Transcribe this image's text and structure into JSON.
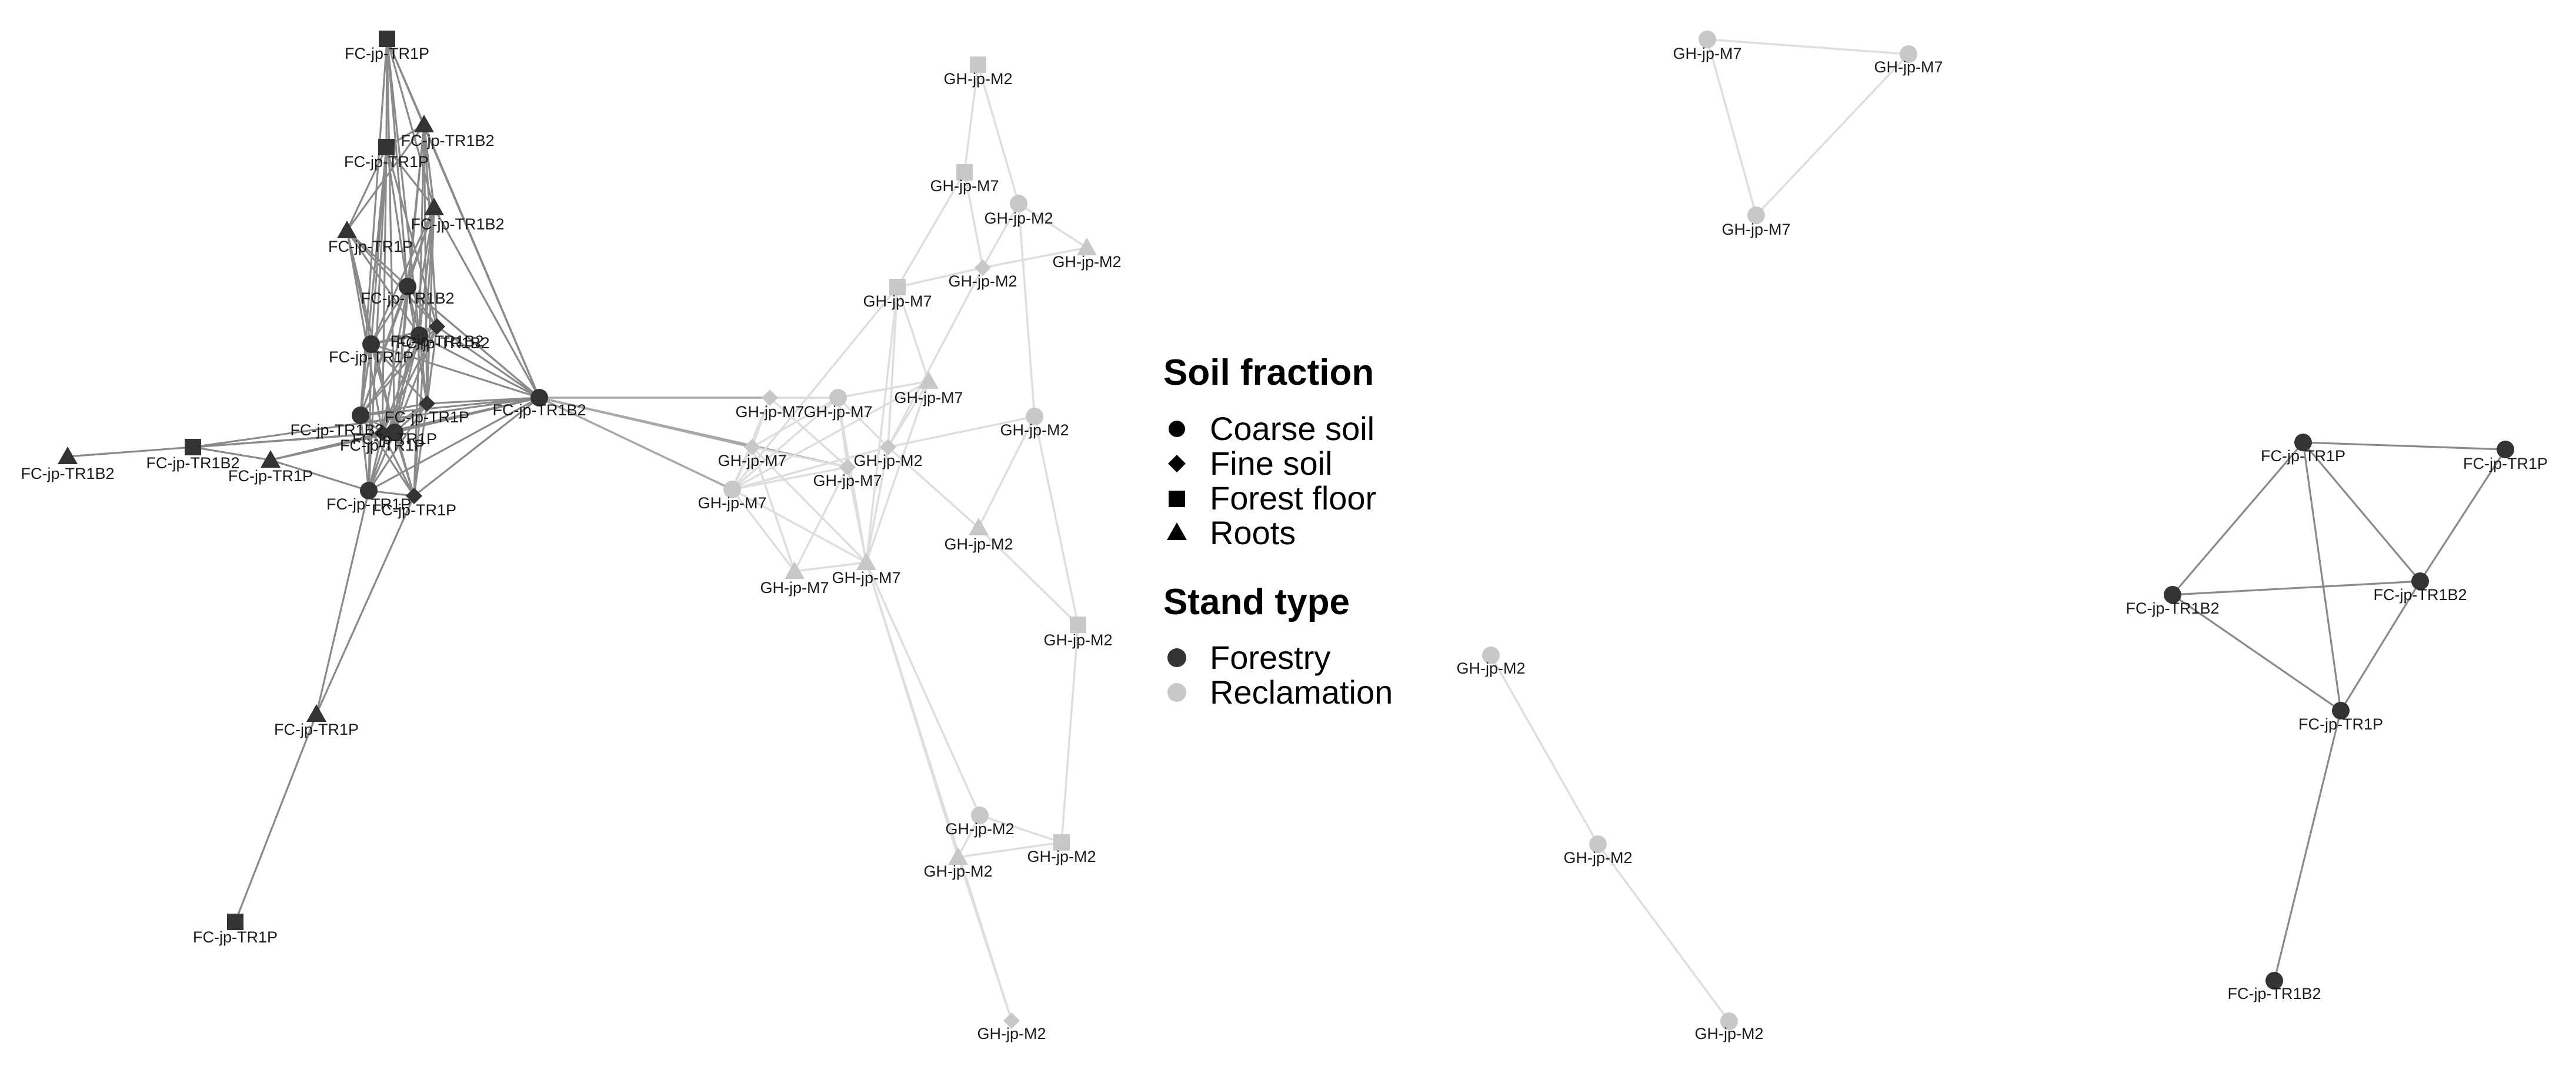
{
  "legend": {
    "soil_fraction": {
      "title": "Soil fraction",
      "items": [
        {
          "label": "Coarse soil",
          "shape": "circle"
        },
        {
          "label": "Fine soil",
          "shape": "diamond"
        },
        {
          "label": "Forest floor",
          "shape": "square"
        },
        {
          "label": "Roots",
          "shape": "triangle"
        }
      ]
    },
    "stand_type": {
      "title": "Stand type",
      "items": [
        {
          "label": "Forestry",
          "color": "#333333"
        },
        {
          "label": "Reclamation",
          "color": "#c8c8c8"
        }
      ]
    }
  },
  "colors": {
    "forestry": "#333333",
    "reclamation": "#c8c8c8",
    "forestry_edge": "#8a8a8a",
    "reclamation_edge": "#dedede",
    "cross_edge": "#a8a8a8"
  },
  "nodes": [
    {
      "id": "f1",
      "stand": "forestry",
      "shape": "square",
      "label": "FC-jp-TR1P"
    },
    {
      "id": "f2",
      "stand": "forestry",
      "shape": "triangle",
      "label": "FC-jp-TR1B2"
    },
    {
      "id": "f3",
      "stand": "forestry",
      "shape": "square",
      "label": "FC-jp-TR1P"
    },
    {
      "id": "f4",
      "stand": "forestry",
      "shape": "triangle",
      "label": "FC-jp-TR1B2"
    },
    {
      "id": "f5",
      "stand": "forestry",
      "shape": "triangle",
      "label": "FC-jp-TR1P"
    },
    {
      "id": "f6",
      "stand": "forestry",
      "shape": "circle",
      "label": "FC-jp-TR1B2"
    },
    {
      "id": "f7",
      "stand": "forestry",
      "shape": "circle",
      "label": "FC-jp-TR1P"
    },
    {
      "id": "f8",
      "stand": "forestry",
      "shape": "circle",
      "label": "FC-jp-TR1B2"
    },
    {
      "id": "f9",
      "stand": "forestry",
      "shape": "diamond",
      "label": "FC-jp-TR1B2"
    },
    {
      "id": "f10",
      "stand": "forestry",
      "shape": "circle",
      "label": "FC-jp-TR1B2"
    },
    {
      "id": "f11",
      "stand": "forestry",
      "shape": "diamond",
      "label": "FC-jp-TR1P"
    },
    {
      "id": "f12",
      "stand": "forestry",
      "shape": "circle",
      "label": "FC-jp-TR1P"
    },
    {
      "id": "f13",
      "stand": "forestry",
      "shape": "diamond",
      "label": "FC-jp-TR1P"
    },
    {
      "id": "f14",
      "stand": "forestry",
      "shape": "circle",
      "label": "FC-jp-TR1B2"
    },
    {
      "id": "f15",
      "stand": "forestry",
      "shape": "triangle",
      "label": "FC-jp-TR1B2"
    },
    {
      "id": "f16",
      "stand": "forestry",
      "shape": "square",
      "label": "FC-jp-TR1B2"
    },
    {
      "id": "f17",
      "stand": "forestry",
      "shape": "triangle",
      "label": "FC-jp-TR1P"
    },
    {
      "id": "f18",
      "stand": "forestry",
      "shape": "circle",
      "label": "FC-jp-TR1P"
    },
    {
      "id": "f19",
      "stand": "forestry",
      "shape": "diamond",
      "label": "FC-jp-TR1P"
    },
    {
      "id": "f20",
      "stand": "forestry",
      "shape": "triangle",
      "label": "FC-jp-TR1P"
    },
    {
      "id": "f21",
      "stand": "forestry",
      "shape": "square",
      "label": "FC-jp-TR1P"
    },
    {
      "id": "g1",
      "stand": "reclamation",
      "shape": "square",
      "label": "GH-jp-M2"
    },
    {
      "id": "g2",
      "stand": "reclamation",
      "shape": "square",
      "label": "GH-jp-M7"
    },
    {
      "id": "g3",
      "stand": "reclamation",
      "shape": "circle",
      "label": "GH-jp-M2"
    },
    {
      "id": "g4",
      "stand": "reclamation",
      "shape": "diamond",
      "label": "GH-jp-M2"
    },
    {
      "id": "g5",
      "stand": "reclamation",
      "shape": "triangle",
      "label": "GH-jp-M2"
    },
    {
      "id": "g6",
      "stand": "reclamation",
      "shape": "square",
      "label": "GH-jp-M7"
    },
    {
      "id": "g7",
      "stand": "reclamation",
      "shape": "triangle",
      "label": "GH-jp-M7"
    },
    {
      "id": "g8",
      "stand": "reclamation",
      "shape": "diamond",
      "label": "GH-jp-M7"
    },
    {
      "id": "g9",
      "stand": "reclamation",
      "shape": "circle",
      "label": "GH-jp-M7"
    },
    {
      "id": "g10",
      "stand": "reclamation",
      "shape": "circle",
      "label": "GH-jp-M2"
    },
    {
      "id": "g11",
      "stand": "reclamation",
      "shape": "diamond",
      "label": "GH-jp-M7"
    },
    {
      "id": "g12",
      "stand": "reclamation",
      "shape": "diamond",
      "label": "GH-jp-M2"
    },
    {
      "id": "g13",
      "stand": "reclamation",
      "shape": "diamond",
      "label": "GH-jp-M7"
    },
    {
      "id": "g14",
      "stand": "reclamation",
      "shape": "circle",
      "label": "GH-jp-M7"
    },
    {
      "id": "g15",
      "stand": "reclamation",
      "shape": "triangle",
      "label": "GH-jp-M2"
    },
    {
      "id": "g16",
      "stand": "reclamation",
      "shape": "triangle",
      "label": "GH-jp-M7"
    },
    {
      "id": "g17",
      "stand": "reclamation",
      "shape": "triangle",
      "label": "GH-jp-M7"
    },
    {
      "id": "g18",
      "stand": "reclamation",
      "shape": "square",
      "label": "GH-jp-M2"
    },
    {
      "id": "g19",
      "stand": "reclamation",
      "shape": "circle",
      "label": "GH-jp-M2"
    },
    {
      "id": "g20",
      "stand": "reclamation",
      "shape": "square",
      "label": "GH-jp-M2"
    },
    {
      "id": "g21",
      "stand": "reclamation",
      "shape": "triangle",
      "label": "GH-jp-M2"
    },
    {
      "id": "g22",
      "stand": "reclamation",
      "shape": "diamond",
      "label": "GH-jp-M2"
    },
    {
      "id": "h1",
      "stand": "reclamation",
      "shape": "circle",
      "label": "GH-jp-M7"
    },
    {
      "id": "h2",
      "stand": "reclamation",
      "shape": "circle",
      "label": "GH-jp-M7"
    },
    {
      "id": "h3",
      "stand": "reclamation",
      "shape": "circle",
      "label": "GH-jp-M7"
    },
    {
      "id": "i1",
      "stand": "reclamation",
      "shape": "circle",
      "label": "GH-jp-M2"
    },
    {
      "id": "i2",
      "stand": "reclamation",
      "shape": "circle",
      "label": "GH-jp-M2"
    },
    {
      "id": "i3",
      "stand": "reclamation",
      "shape": "circle",
      "label": "GH-jp-M2"
    },
    {
      "id": "k1",
      "stand": "forestry",
      "shape": "circle",
      "label": "FC-jp-TR1P"
    },
    {
      "id": "k2",
      "stand": "forestry",
      "shape": "circle",
      "label": "FC-jp-TR1P"
    },
    {
      "id": "k3",
      "stand": "forestry",
      "shape": "circle",
      "label": "FC-jp-TR1B2"
    },
    {
      "id": "k4",
      "stand": "forestry",
      "shape": "circle",
      "label": "FC-jp-TR1B2"
    },
    {
      "id": "k5",
      "stand": "forestry",
      "shape": "circle",
      "label": "FC-jp-TR1P"
    },
    {
      "id": "k6",
      "stand": "forestry",
      "shape": "circle",
      "label": "FC-jp-TR1B2"
    }
  ],
  "edges": [
    [
      "f1",
      "f3"
    ],
    [
      "f1",
      "f2"
    ],
    [
      "f1",
      "f4"
    ],
    [
      "f1",
      "f6"
    ],
    [
      "f1",
      "f8"
    ],
    [
      "f1",
      "f10"
    ],
    [
      "f1",
      "f12"
    ],
    [
      "f2",
      "f3"
    ],
    [
      "f2",
      "f4"
    ],
    [
      "f2",
      "f5"
    ],
    [
      "f2",
      "f6"
    ],
    [
      "f2",
      "f8"
    ],
    [
      "f2",
      "f9"
    ],
    [
      "f2",
      "f11"
    ],
    [
      "f2",
      "f12"
    ],
    [
      "f2",
      "f14"
    ],
    [
      "f3",
      "f4"
    ],
    [
      "f3",
      "f5"
    ],
    [
      "f3",
      "f6"
    ],
    [
      "f3",
      "f7"
    ],
    [
      "f3",
      "f9"
    ],
    [
      "f3",
      "f10"
    ],
    [
      "f3",
      "f13"
    ],
    [
      "f3",
      "f18"
    ],
    [
      "f4",
      "f6"
    ],
    [
      "f4",
      "f7"
    ],
    [
      "f4",
      "f8"
    ],
    [
      "f4",
      "f10"
    ],
    [
      "f4",
      "f11"
    ],
    [
      "f4",
      "f12"
    ],
    [
      "f4",
      "f14"
    ],
    [
      "f4",
      "f19"
    ],
    [
      "f5",
      "f6"
    ],
    [
      "f5",
      "f7"
    ],
    [
      "f5",
      "f8"
    ],
    [
      "f5",
      "f9"
    ],
    [
      "f5",
      "f12"
    ],
    [
      "f5",
      "f13"
    ],
    [
      "f6",
      "f7"
    ],
    [
      "f6",
      "f8"
    ],
    [
      "f6",
      "f9"
    ],
    [
      "f6",
      "f10"
    ],
    [
      "f6",
      "f11"
    ],
    [
      "f6",
      "f12"
    ],
    [
      "f6",
      "f13"
    ],
    [
      "f6",
      "f14"
    ],
    [
      "f7",
      "f8"
    ],
    [
      "f7",
      "f9"
    ],
    [
      "f7",
      "f10"
    ],
    [
      "f7",
      "f11"
    ],
    [
      "f7",
      "f12"
    ],
    [
      "f7",
      "f18"
    ],
    [
      "f7",
      "f19"
    ],
    [
      "f7",
      "f14"
    ],
    [
      "f8",
      "f9"
    ],
    [
      "f8",
      "f10"
    ],
    [
      "f8",
      "f11"
    ],
    [
      "f8",
      "f12"
    ],
    [
      "f8",
      "f13"
    ],
    [
      "f8",
      "f14"
    ],
    [
      "f8",
      "f18"
    ],
    [
      "f8",
      "f19"
    ],
    [
      "f9",
      "f10"
    ],
    [
      "f9",
      "f11"
    ],
    [
      "f9",
      "f12"
    ],
    [
      "f9",
      "f13"
    ],
    [
      "f9",
      "f14"
    ],
    [
      "f10",
      "f11"
    ],
    [
      "f10",
      "f12"
    ],
    [
      "f10",
      "f13"
    ],
    [
      "f10",
      "f14"
    ],
    [
      "f10",
      "f18"
    ],
    [
      "f10",
      "f19"
    ],
    [
      "f11",
      "f12"
    ],
    [
      "f11",
      "f13"
    ],
    [
      "f11",
      "f14"
    ],
    [
      "f11",
      "f18"
    ],
    [
      "f11",
      "f19"
    ],
    [
      "f12",
      "f13"
    ],
    [
      "f12",
      "f14"
    ],
    [
      "f12",
      "f18"
    ],
    [
      "f12",
      "f19"
    ],
    [
      "f12",
      "f16"
    ],
    [
      "f12",
      "f17"
    ],
    [
      "f13",
      "f14"
    ],
    [
      "f13",
      "f18"
    ],
    [
      "f13",
      "f19"
    ],
    [
      "f13",
      "f16"
    ],
    [
      "f13",
      "f17"
    ],
    [
      "f14",
      "f18"
    ],
    [
      "f14",
      "f19"
    ],
    [
      "f14",
      "f17"
    ],
    [
      "f14",
      "f16"
    ],
    [
      "f15",
      "f16"
    ],
    [
      "f16",
      "f17"
    ],
    [
      "f16",
      "f13"
    ],
    [
      "f17",
      "f18"
    ],
    [
      "f17",
      "f12"
    ],
    [
      "f18",
      "f19"
    ],
    [
      "f18",
      "f20"
    ],
    [
      "f19",
      "f20"
    ],
    [
      "f20",
      "f21"
    ],
    [
      "f14",
      "g11"
    ],
    [
      "f14",
      "g13"
    ],
    [
      "f14",
      "g14"
    ],
    [
      "f14",
      "g9"
    ],
    [
      "f6",
      "f14"
    ],
    [
      "f1",
      "f14"
    ],
    [
      "f2",
      "f14"
    ],
    [
      "g1",
      "g2"
    ],
    [
      "g1",
      "g3"
    ],
    [
      "g2",
      "g4"
    ],
    [
      "g2",
      "g6"
    ],
    [
      "g3",
      "g4"
    ],
    [
      "g3",
      "g5"
    ],
    [
      "g3",
      "g10"
    ],
    [
      "g4",
      "g5"
    ],
    [
      "g4",
      "g6"
    ],
    [
      "g4",
      "g12"
    ],
    [
      "g6",
      "g7"
    ],
    [
      "g6",
      "g12"
    ],
    [
      "g6",
      "g14"
    ],
    [
      "g6",
      "g17"
    ],
    [
      "g7",
      "g9"
    ],
    [
      "g7",
      "g12"
    ],
    [
      "g7",
      "g14"
    ],
    [
      "g7",
      "g17"
    ],
    [
      "g8",
      "g9"
    ],
    [
      "g8",
      "g11"
    ],
    [
      "g8",
      "g13"
    ],
    [
      "g8",
      "g14"
    ],
    [
      "g9",
      "g11"
    ],
    [
      "g9",
      "g13"
    ],
    [
      "g9",
      "g14"
    ],
    [
      "g9",
      "g12"
    ],
    [
      "g9",
      "g17"
    ],
    [
      "g10",
      "g12"
    ],
    [
      "g10",
      "g15"
    ],
    [
      "g10",
      "g18"
    ],
    [
      "g11",
      "g13"
    ],
    [
      "g11",
      "g14"
    ],
    [
      "g11",
      "g16"
    ],
    [
      "g11",
      "g17"
    ],
    [
      "g12",
      "g14"
    ],
    [
      "g12",
      "g17"
    ],
    [
      "g12",
      "g15"
    ],
    [
      "g13",
      "g14"
    ],
    [
      "g13",
      "g16"
    ],
    [
      "g13",
      "g17"
    ],
    [
      "g14",
      "g16"
    ],
    [
      "g14",
      "g17"
    ],
    [
      "g14",
      "g12"
    ],
    [
      "g15",
      "g18"
    ],
    [
      "g16",
      "g17"
    ],
    [
      "g17",
      "g19"
    ],
    [
      "g17",
      "g21"
    ],
    [
      "g17",
      "g22"
    ],
    [
      "g18",
      "g20"
    ],
    [
      "g19",
      "g20"
    ],
    [
      "g19",
      "g21"
    ],
    [
      "g20",
      "g21"
    ],
    [
      "g21",
      "g22"
    ],
    [
      "h1",
      "h2"
    ],
    [
      "h1",
      "h3"
    ],
    [
      "h2",
      "h3"
    ],
    [
      "i1",
      "i2"
    ],
    [
      "i2",
      "i3"
    ],
    [
      "k1",
      "k2"
    ],
    [
      "k1",
      "k3"
    ],
    [
      "k1",
      "k4"
    ],
    [
      "k1",
      "k5"
    ],
    [
      "k2",
      "k4"
    ],
    [
      "k3",
      "k4"
    ],
    [
      "k3",
      "k5"
    ],
    [
      "k4",
      "k5"
    ],
    [
      "k5",
      "k6"
    ]
  ]
}
